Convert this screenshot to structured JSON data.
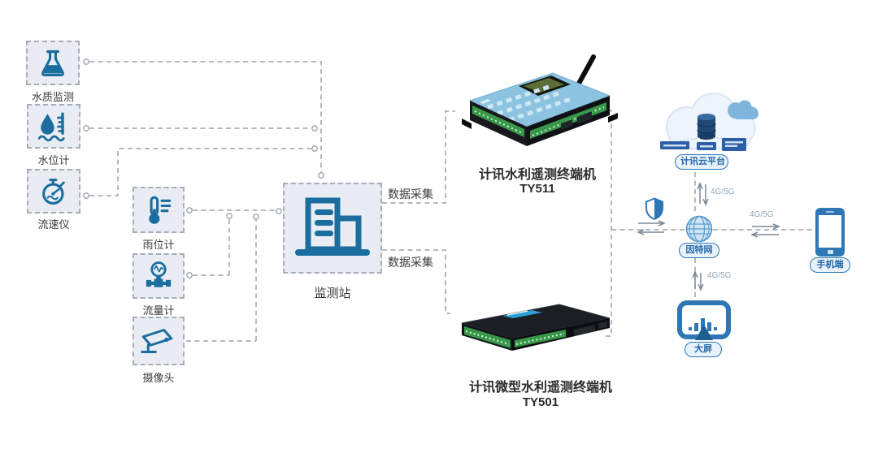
{
  "colors": {
    "icon_blue": "#1a6d9e",
    "accent_blue": "#2e75b6",
    "terminal_green": "#38984a",
    "connector_gray": "#9aa3ad",
    "cloud_fill": "#eef4fb",
    "box_fill": "#e9edf3"
  },
  "sensors": {
    "col1": [
      {
        "label": "水质监测",
        "icon": "flask-icon"
      },
      {
        "label": "水位计",
        "icon": "water-level-icon"
      },
      {
        "label": "流速仪",
        "icon": "flow-velocity-icon"
      }
    ],
    "col2": [
      {
        "label": "雨位计",
        "icon": "rain-gauge-icon"
      },
      {
        "label": "流量计",
        "icon": "flow-meter-icon"
      },
      {
        "label": "摄像头",
        "icon": "cctv-camera-icon"
      }
    ]
  },
  "station": {
    "label": "监测站"
  },
  "links": {
    "collect_top": "数据采集",
    "collect_bottom": "数据采集",
    "net_cloud": "4G/5G",
    "net_phone": "4G/5G",
    "net_screen": "4G/5G"
  },
  "devices": {
    "ty511": {
      "name": "计讯水利遥测终端机",
      "model": "TY511"
    },
    "ty501": {
      "name": "计讯微型水利遥测终端机",
      "model": "TY501"
    }
  },
  "cloud": {
    "label": "计讯云平台"
  },
  "internet": {
    "label": "因特网"
  },
  "phone": {
    "label": "手机端"
  },
  "big_screen": {
    "label": "大屏"
  }
}
